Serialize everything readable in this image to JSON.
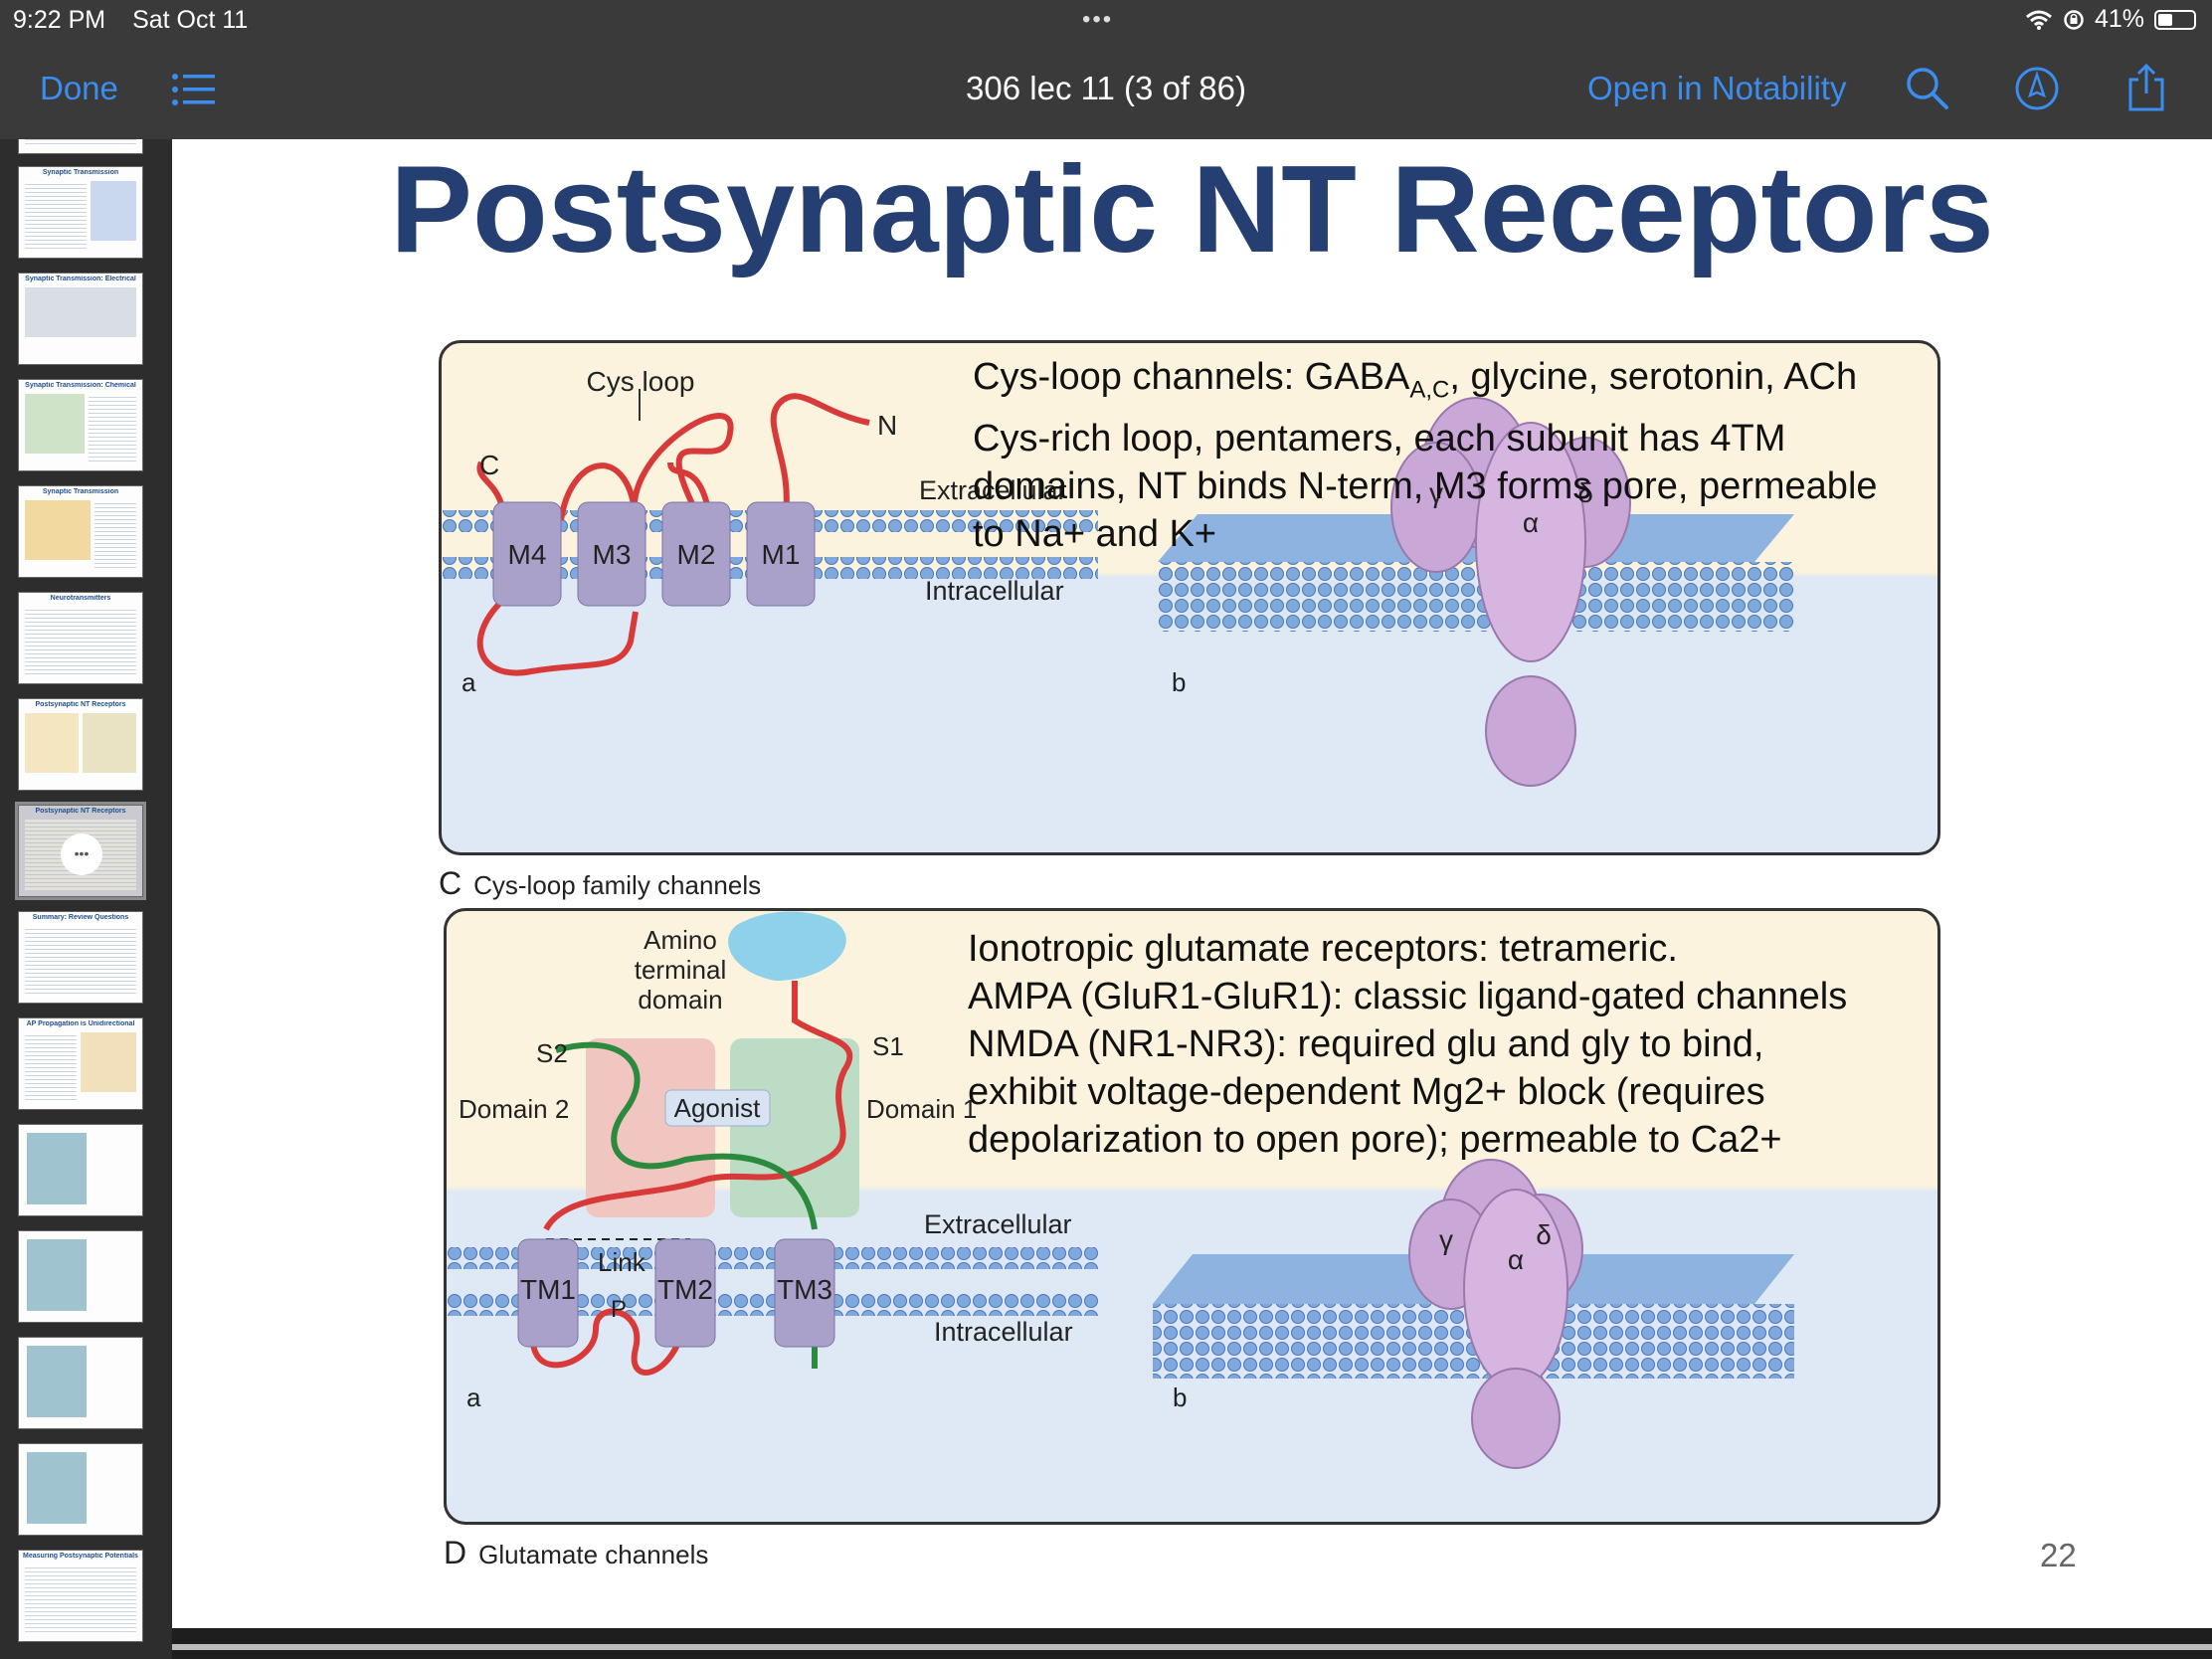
{
  "status_bar": {
    "time": "9:22 PM",
    "date": "Sat Oct 11",
    "battery": "41%",
    "battery_level": 0.41
  },
  "toolbar": {
    "done": "Done",
    "title": "306 lec 11 (3 of 86)",
    "open_in": "Open in Notability"
  },
  "icons": {
    "list": "list-icon",
    "search": "search-icon",
    "markup": "markup-pen-icon",
    "share": "share-icon",
    "wifi": "wifi-icon",
    "orientation_lock": "orientation-lock-icon"
  },
  "sidebar": {
    "thumbnails": [
      {
        "title": ""
      },
      {
        "title": "Synaptic Transmission"
      },
      {
        "title": "Synaptic Transmission: Electrical"
      },
      {
        "title": "Synaptic Transmission: Chemical"
      },
      {
        "title": "Synaptic Transmission"
      },
      {
        "title": "Neurotransmitters"
      },
      {
        "title": "Postsynaptic NT Receptors"
      },
      {
        "title": "Postsynaptic NT Receptors",
        "more": "•••"
      },
      {
        "title": "Summary: Review Questions"
      },
      {
        "title": "AP Propagation is Unidirectional"
      },
      {
        "title": ""
      },
      {
        "title": ""
      },
      {
        "title": ""
      },
      {
        "title": ""
      },
      {
        "title": "Measuring Postsynaptic Potentials"
      }
    ]
  },
  "slide": {
    "title": "Postsynaptic NT Receptors",
    "page_number": "22",
    "panel_c": {
      "text_lines": [
        "Cys-loop channels: GABA",
        "A,C",
        ", glycine, serotonin, ACh",
        "Cys-rich loop, pentamers, each subunit has 4TM",
        "domains, NT binds N-term, M3 forms pore, permeable",
        "to Na+ and K+"
      ],
      "labels": {
        "cys_loop": "Cys loop",
        "n": "N",
        "c": "C",
        "extracellular": "Extracellular",
        "intracellular": "Intracellular",
        "a": "a",
        "b": "b"
      },
      "segments": [
        "M4",
        "M3",
        "M2",
        "M1"
      ],
      "subunits": {
        "alpha": "α",
        "gamma": "γ",
        "delta": "δ"
      },
      "caption_letter": "C",
      "caption": "Cys-loop family channels"
    },
    "panel_d": {
      "text_lines": [
        "Ionotropic glutamate receptors: tetrameric.",
        "AMPA (GluR1-GluR1): classic ligand-gated channels",
        "NMDA (NR1-NR3): required glu and gly to bind,",
        "exhibit voltage-dependent Mg2+ block (requires",
        "depolarization to open pore); permeable to Ca2+"
      ],
      "labels": {
        "amino_1": "Amino",
        "amino_2": "terminal",
        "amino_3": "domain",
        "s1": "S1",
        "s2": "S2",
        "domain_1": "Domain 1",
        "domain_2": "Domain 2",
        "agonist": "Agonist",
        "link": "Link",
        "p": "P",
        "extracellular": "Extracellular",
        "intracellular": "Intracellular",
        "a": "a",
        "b": "b"
      },
      "segments": [
        "TM1",
        "TM2",
        "TM3"
      ],
      "subunits": {
        "alpha": "α",
        "gamma": "γ",
        "delta": "δ"
      },
      "caption_letter": "D",
      "caption": "Glutamate channels"
    }
  },
  "colors": {
    "accent": "#3b8df0",
    "title": "#253f73",
    "loop_red": "#d83a3a",
    "loop_green": "#2b8a3e",
    "segment": "#a9a1c9"
  }
}
